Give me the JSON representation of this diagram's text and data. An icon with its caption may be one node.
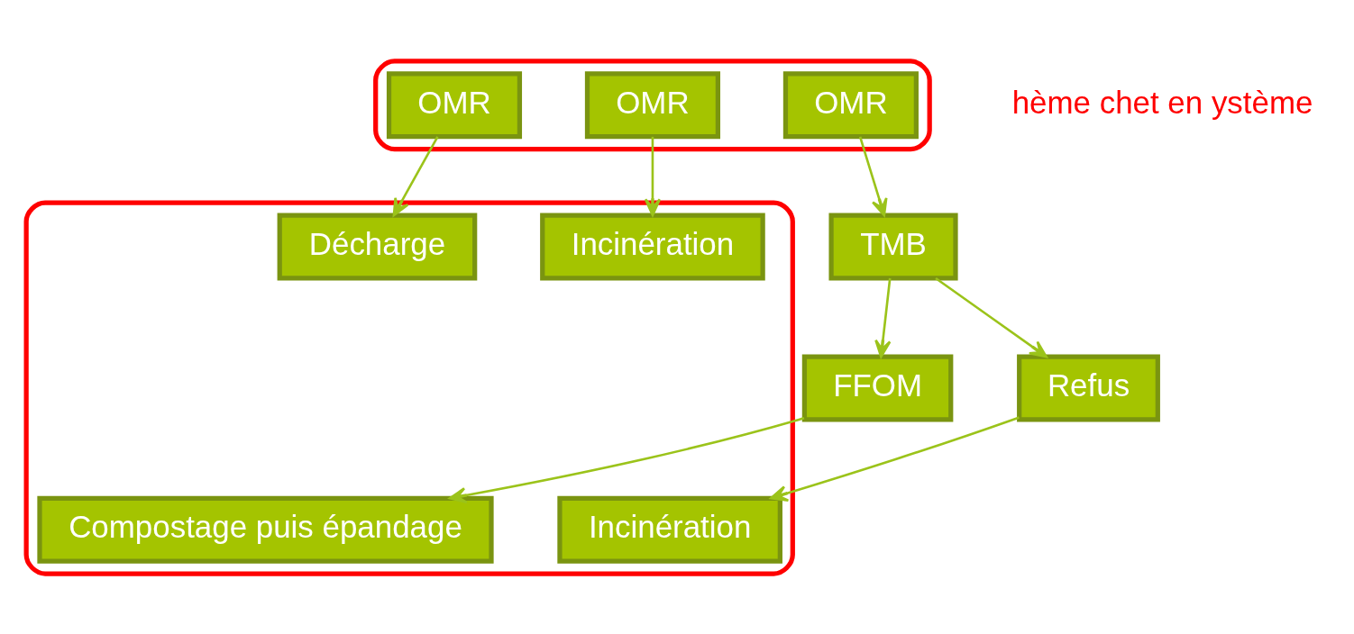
{
  "diagram": {
    "nodes": [
      {
        "text": [],
        "shape": "ellipse"
      },
      {
        "text": [
          "OMR"
        ],
        "in": 0
      },
      {
        "text": [
          "OMR"
        ],
        "in": 0
      },
      {
        "text": [
          "OMR"
        ],
        "in": 0
      },
      {
        "text": [
          "TMB"
        ]
      },
      {
        "text": [
          "FFOM"
        ]
      },
      {
        "text": [
          "Refus"
        ]
      },
      {
        "text": [],
        "shape": "ellipse"
      },
      {
        "text": [
          "Compostage puis épandage"
        ],
        "in": 7
      },
      {
        "text": [
          "Incinération"
        ],
        "in": 7
      },
      {
        "text": [
          "Incinération"
        ],
        "in": 7
      },
      {
        "text": [
          "Décharge"
        ],
        "in": 7
      }
    ],
    "edges": [
      {
        "from": 1,
        "to": 4,
        "arrow": "to"
      },
      {
        "from": 4,
        "to": 5,
        "arrow": "to"
      },
      {
        "from": 4,
        "to": 6,
        "arrow": "to"
      },
      {
        "from": 5,
        "to": 8,
        "arrow": "to"
      },
      {
        "from": 6,
        "to": 9,
        "arrow": "to"
      },
      {
        "from": 2,
        "to": 10,
        "arrow": "to"
      },
      {
        "from": 3,
        "to": 11,
        "arrow": "to"
      }
    ],
    "labels": [
      "hème chet en ystème"
    ]
  }
}
